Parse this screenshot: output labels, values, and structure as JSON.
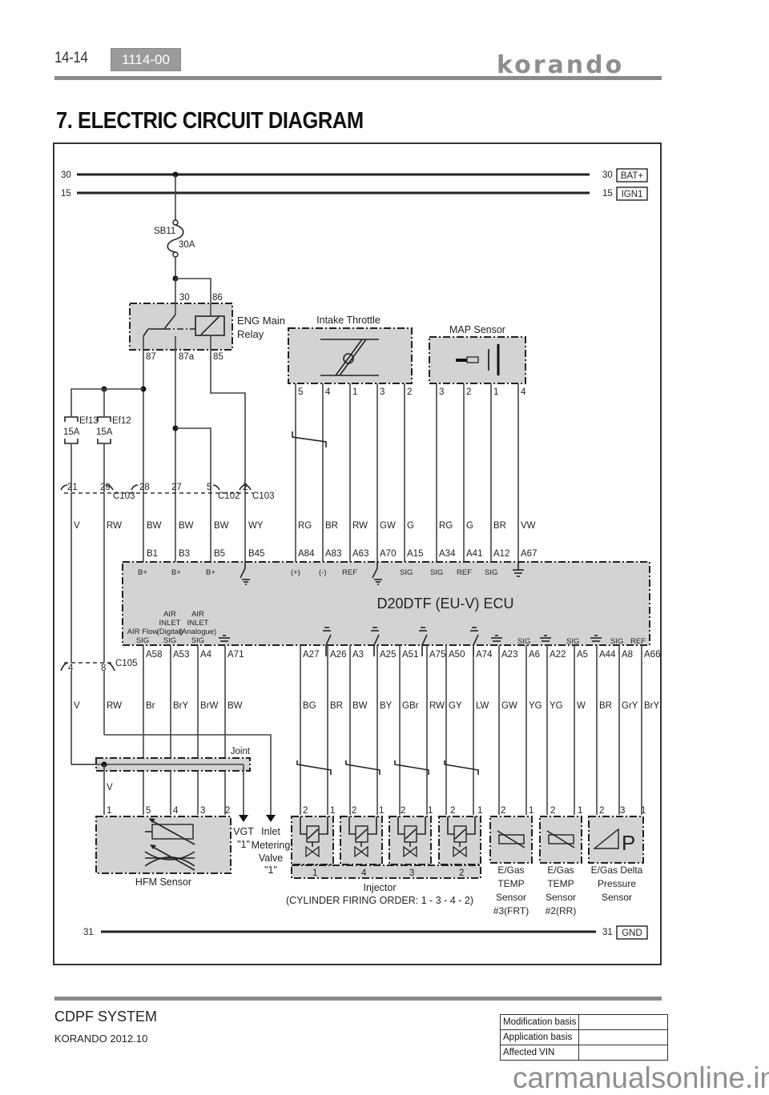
{
  "header": {
    "page_number": "14-14",
    "section_code": "1114-00",
    "brand": "korando"
  },
  "title": "7. ELECTRIC CIRCUIT DIAGRAM",
  "diagram": {
    "rails": {
      "bat": {
        "left_label": "30",
        "right_label": "30",
        "tag": "BAT+"
      },
      "ign": {
        "left_label": "15",
        "right_label": "15",
        "tag": "IGN1"
      },
      "gnd": {
        "left_label": "31",
        "right_label": "31",
        "tag": "GND"
      }
    },
    "fuse_sb11": {
      "name": "SB11",
      "rating": "30A"
    },
    "relay": {
      "name_line1": "ENG Main",
      "name_line2": "Relay",
      "pins": [
        "30",
        "86",
        "87",
        "87a",
        "85"
      ]
    },
    "fuses": [
      {
        "name": "Ef13",
        "rating": "15A"
      },
      {
        "name": "Ef12",
        "rating": "15A"
      }
    ],
    "connector_c103_c102": {
      "pins": [
        "21",
        "29",
        "28",
        "27",
        "5",
        "2"
      ],
      "labels": [
        "C103",
        "C102",
        "C103"
      ]
    },
    "ecu_top_wires": [
      {
        "color": "V"
      },
      {
        "color": "RW"
      },
      {
        "color": "BW",
        "pin": "B1",
        "func": "B+"
      },
      {
        "color": "BW",
        "pin": "B3",
        "func": "B+"
      },
      {
        "color": "BW",
        "pin": "B5",
        "func": "B+"
      },
      {
        "color": "WY",
        "pin": "B45",
        "func": ""
      }
    ],
    "intake_throttle": {
      "name": "Intake Throttle",
      "pins": [
        "5",
        "4",
        "1",
        "3",
        "2"
      ]
    },
    "map_sensor": {
      "name": "MAP Sensor",
      "pins": [
        "3",
        "2",
        "1",
        "4"
      ]
    },
    "ecu_top_right_wires": [
      {
        "color": "RG",
        "pin": "A84",
        "func": "(+)"
      },
      {
        "color": "BR",
        "pin": "A83",
        "func": "(-)"
      },
      {
        "color": "RW",
        "pin": "A63",
        "func": "REF"
      },
      {
        "color": "GW",
        "pin": "A70",
        "func": ""
      },
      {
        "color": "G",
        "pin": "A15",
        "func": "SIG"
      },
      {
        "color": "RG",
        "pin": "A34",
        "func": "SIG"
      },
      {
        "color": "G",
        "pin": "A41",
        "func": "REF"
      },
      {
        "color": "BR",
        "pin": "A12",
        "func": "SIG"
      },
      {
        "color": "VW",
        "pin": "A67",
        "func": ""
      }
    ],
    "ecu": {
      "name": "D20DTF (EU-V) ECU",
      "bottom_labels": {
        "air_flow": [
          "AIR Flow",
          "SIG"
        ],
        "air_inlet_digital": [
          "AIR",
          "INLET",
          "(Digital)",
          "SIG"
        ],
        "air_inlet_analogue": [
          "AIR",
          "INLET",
          "(Analogue)",
          "SIG"
        ],
        "sig": "SIG",
        "ref": "REF"
      }
    },
    "connector_c105": {
      "pins": [
        "4",
        "8"
      ],
      "label": "C105"
    },
    "ecu_bottom_wires": [
      {
        "pin": "A58",
        "color": "Br"
      },
      {
        "pin": "A53",
        "color": "BrY"
      },
      {
        "pin": "A4",
        "color": "BrW"
      },
      {
        "pin": "A71",
        "color": "BW"
      },
      {
        "pin": "A27",
        "color": "BG"
      },
      {
        "pin": "A26",
        "color": "BR"
      },
      {
        "pin": "A3",
        "color": "BW"
      },
      {
        "pin": "A25",
        "color": "BY"
      },
      {
        "pin": "A51",
        "color": "GBr"
      },
      {
        "pin": "A75",
        "color": "RW"
      },
      {
        "pin": "A50",
        "color": "GY"
      },
      {
        "pin": "A74",
        "color": "LW"
      },
      {
        "pin": "A23",
        "color": "GW"
      },
      {
        "pin": "A6",
        "color": "YG"
      },
      {
        "pin": "A22",
        "color": "YG"
      },
      {
        "pin": "A5",
        "color": "W"
      },
      {
        "pin": "A44",
        "color": "BR"
      },
      {
        "pin": "A8",
        "color": "GrY"
      },
      {
        "pin": "A66",
        "color": "BrY"
      }
    ],
    "left_bottom_wires": [
      {
        "color": "V"
      },
      {
        "color": "RW"
      }
    ],
    "joint": {
      "name": "Joint",
      "wire_color": "V"
    },
    "hfm_sensor": {
      "name": "HFM Sensor",
      "pins": [
        "1",
        "5",
        "4",
        "3",
        "2"
      ]
    },
    "vgt": {
      "line1": "VGT",
      "line2": "\"1\""
    },
    "metering_valve": {
      "line1": "Inlet",
      "line2": "Metering",
      "line3": "Valve",
      "line4": "\"1\""
    },
    "injector": {
      "pins": [
        "2",
        "1"
      ],
      "cylinders": [
        "1",
        "4",
        "3",
        "2"
      ],
      "name": "Injector",
      "note": "(CYLINDER  FIRING ORDER: 1 - 3 - 4 - 2)"
    },
    "egas_temp_3": {
      "pins": [
        "2",
        "1"
      ],
      "lines": [
        "E/Gas",
        "TEMP",
        "Sensor",
        "#3(FRT)"
      ]
    },
    "egas_temp_2": {
      "pins": [
        "2",
        "1"
      ],
      "lines": [
        "E/Gas",
        "TEMP",
        "Sensor",
        "#2(RR)"
      ]
    },
    "egas_delta": {
      "pins": [
        "2",
        "3",
        "1"
      ],
      "lines": [
        "E/Gas Delta",
        "Pressure",
        "Sensor"
      ],
      "symbol": "P"
    }
  },
  "footer": {
    "system": "CDPF SYSTEM",
    "model": "KORANDO 2012.10",
    "revision_table": [
      {
        "label": "Modification basis",
        "value": ""
      },
      {
        "label": "Application basis",
        "value": ""
      },
      {
        "label": "Affected VIN",
        "value": ""
      }
    ],
    "watermark": "carmanualsonline.info"
  }
}
